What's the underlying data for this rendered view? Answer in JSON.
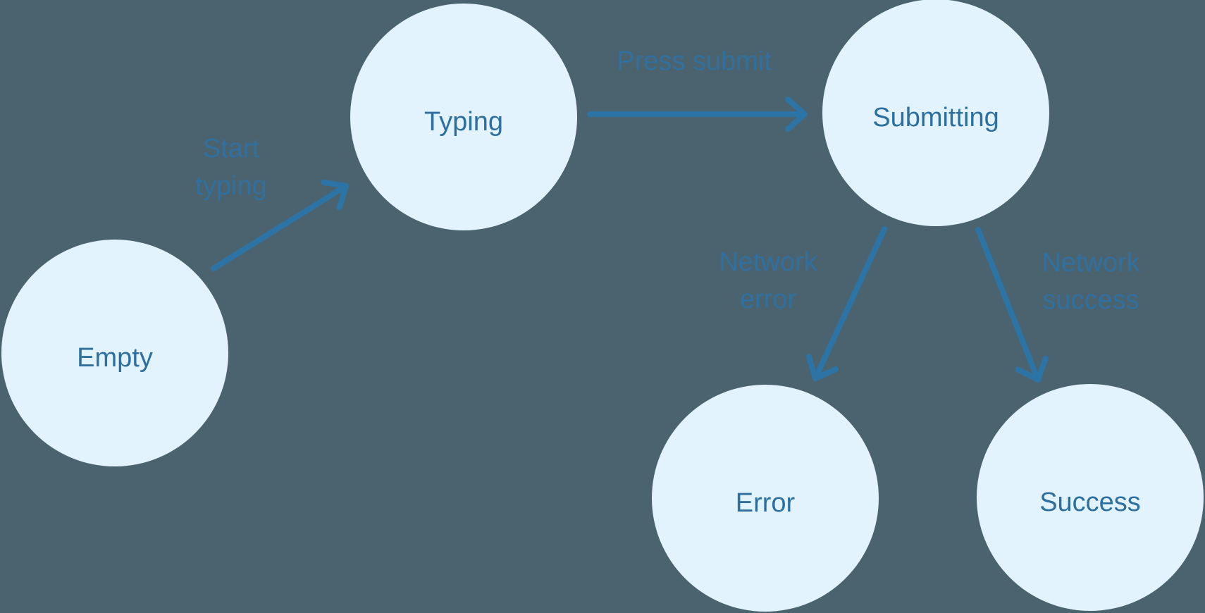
{
  "diagram": {
    "type": "state-machine",
    "states": [
      {
        "id": "empty",
        "label": "Empty"
      },
      {
        "id": "typing",
        "label": "Typing"
      },
      {
        "id": "submitting",
        "label": "Submitting"
      },
      {
        "id": "error",
        "label": "Error"
      },
      {
        "id": "success",
        "label": "Success"
      }
    ],
    "transitions": [
      {
        "from": "empty",
        "to": "typing",
        "label": "Start typing",
        "label_lines": [
          "Start",
          "typing"
        ]
      },
      {
        "from": "typing",
        "to": "submitting",
        "label": "Press submit",
        "label_lines": [
          "Press submit"
        ]
      },
      {
        "from": "submitting",
        "to": "error",
        "label": "Network error",
        "label_lines": [
          "Network",
          "error"
        ]
      },
      {
        "from": "submitting",
        "to": "success",
        "label": "Network success",
        "label_lines": [
          "Network",
          "success"
        ]
      }
    ],
    "colors": {
      "background": "#4a636e",
      "node_fill": "#e2f3fd",
      "node_text": "#2d6f9f",
      "arrow": "#2d74a6",
      "edge_label": "#31709e"
    }
  }
}
